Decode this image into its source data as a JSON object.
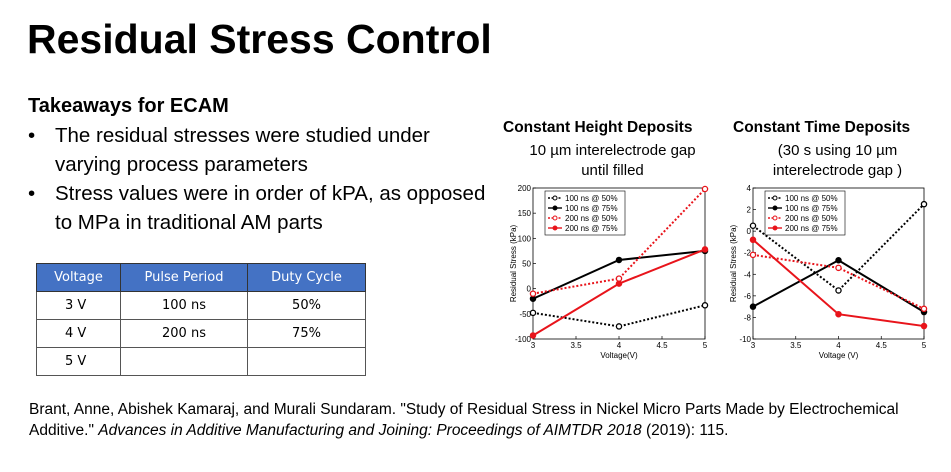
{
  "slide": {
    "title": "Residual Stress Control",
    "takeaways_heading": "Takeaways for ECAM",
    "bullets": [
      "The residual stresses were studied under varying process parameters",
      "Stress values were in order of kPA, as opposed to MPa in traditional AM parts"
    ]
  },
  "table": {
    "headers": [
      "Voltage",
      "Pulse Period",
      "Duty Cycle"
    ],
    "rows": [
      [
        "3 V",
        "100 ns",
        "50%"
      ],
      [
        "4 V",
        "200 ns",
        "75%"
      ],
      [
        "5 V",
        "",
        ""
      ]
    ],
    "header_color": "#4472c4"
  },
  "left_chart": {
    "title": "Constant Height Deposits",
    "subtitle_line1": "10 µm interelectrode gap",
    "subtitle_line2": "until filled"
  },
  "right_chart": {
    "title": "Constant Time Deposits",
    "subtitle_line1": "(30 s using 10 µm",
    "subtitle_line2": "interelectrode gap )"
  },
  "citation": {
    "plain": "Brant, Anne, Abishek Kamaraj, and Murali Sundaram. \"Study of Residual Stress in Nickel Micro Parts Made by Electrochemical Additive.\" ",
    "italic": "Advances in Additive Manufacturing and Joining: Proceedings of AIMTDR 2018",
    "tail": " (2019): 115."
  },
  "chart_data": [
    {
      "type": "line",
      "xlabel": "Voltage(V)",
      "ylabel": "Residual Stress (kPa)",
      "xlim": [
        3,
        5
      ],
      "ylim": [
        -100,
        200
      ],
      "xticks": [
        "3",
        "3.5",
        "4",
        "4.5",
        "5"
      ],
      "yticks": [
        "-100",
        "-50",
        "0",
        "50",
        "100",
        "150",
        "200"
      ],
      "legend_position": "top-left",
      "x": [
        3,
        4,
        5
      ],
      "series": [
        {
          "name": "100 ns @ 50%",
          "values": [
            -48,
            -75,
            -33
          ],
          "color": "#000000",
          "dashed": true,
          "marker": "open-circle"
        },
        {
          "name": "100 ns @ 75%",
          "values": [
            -20,
            57,
            75
          ],
          "color": "#000000",
          "dashed": false,
          "marker": "filled-circle"
        },
        {
          "name": "200 ns @ 50%",
          "values": [
            -10,
            20,
            198
          ],
          "color": "#e8141b",
          "dashed": true,
          "marker": "open-circle"
        },
        {
          "name": "200 ns @ 75%",
          "values": [
            -93,
            10,
            78
          ],
          "color": "#e8141b",
          "dashed": false,
          "marker": "filled-circle"
        }
      ]
    },
    {
      "type": "line",
      "xlabel": "Voltage (V)",
      "ylabel": "Residual Stress (kPa)",
      "xlim": [
        3,
        5
      ],
      "ylim": [
        -10,
        4
      ],
      "xticks": [
        "3",
        "3.5",
        "4",
        "4.5",
        "5"
      ],
      "yticks": [
        "-10",
        "-8",
        "-6",
        "-4",
        "-2",
        "0",
        "2",
        "4"
      ],
      "legend_position": "top-left",
      "x": [
        3,
        4,
        5
      ],
      "series": [
        {
          "name": "100 ns @ 50%",
          "values": [
            0.5,
            -5.5,
            2.5
          ],
          "color": "#000000",
          "dashed": true,
          "marker": "open-circle"
        },
        {
          "name": "100 ns @ 75%",
          "values": [
            -7,
            -2.7,
            -7.5
          ],
          "color": "#000000",
          "dashed": false,
          "marker": "filled-circle"
        },
        {
          "name": "200 ns @ 50%",
          "values": [
            -2.2,
            -3.4,
            -7.2
          ],
          "color": "#e8141b",
          "dashed": true,
          "marker": "open-circle"
        },
        {
          "name": "200 ns @ 75%",
          "values": [
            -0.8,
            -7.7,
            -8.8
          ],
          "color": "#e8141b",
          "dashed": false,
          "marker": "filled-circle"
        }
      ]
    }
  ]
}
